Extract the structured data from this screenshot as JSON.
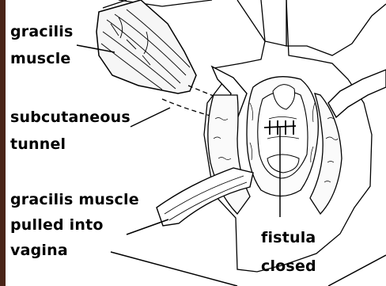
{
  "labels": {
    "gracilis_muscle": [
      "gracilis",
      "muscle"
    ],
    "subcutaneous_tunnel": [
      "subcutaneous",
      "tunnel"
    ],
    "gracilis_pulled": [
      "gracilis muscle",
      "pulled into",
      "vagina"
    ],
    "fistula_closed": [
      "fistula",
      "closed"
    ]
  },
  "colors": {
    "ink": "#000000",
    "background": "#ffffff",
    "photo_edge": "#4a2418"
  }
}
